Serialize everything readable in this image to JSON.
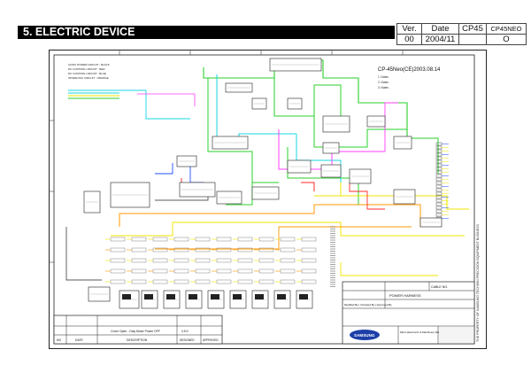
{
  "header": {
    "section_title": "5. ELECTRIC DEVICE",
    "rev_table": {
      "col1_head": "Ver.",
      "col2_head": "Date",
      "col3_head": "CP45",
      "col4_head": "CP45NEO",
      "col1_val": "00",
      "col2_val": "2004/11",
      "col4_val": "O"
    }
  },
  "diagram": {
    "title": "CP-45Neo(CE)2003.08.14",
    "notes": [
      "1. Notes",
      "2. Notes",
      "3. Notes"
    ],
    "title_block": {
      "drawing_title": "POWER HARNESS",
      "company": "Micro-Electronic & Machinery Manufacturing",
      "logo": "SAMSUNG",
      "revision_row": "Cover Open - Daly Motor Power OFF",
      "rev_version": "4.5.0",
      "col_no": "NO",
      "col_date": "DATE",
      "col_description": "DESCRIPTION",
      "col_designed": "DESIGNED",
      "col_approved": "APPROVED",
      "cable_no_label": "CABLE NO.",
      "mod_row_label": "Modified By | Checked By | Approved By"
    },
    "legend": [
      {
        "label": "AC/DC POWER CIRCUIT : BLACK",
        "color": "#333333"
      },
      {
        "label": "DC CONTROL CIRCUIT : RED",
        "color": "#ff2a2a"
      },
      {
        "label": "DC CONTROL CIRCUIT : BLUE",
        "color": "#1f4fff"
      },
      {
        "label": "INTERLOCK CIRCUIT : ORANGE",
        "color": "#ff9900"
      }
    ],
    "side_text": "THE PROPERTY OF SAMSUNG TECHWIN PRECISION EQUIPMENT BUSINESS",
    "wire_colors": {
      "green": "#29d12b",
      "cyan": "#19d6e0",
      "magenta": "#ff3cff",
      "yellow": "#f2e600",
      "orange": "#ff9900",
      "red": "#ff2a2a",
      "blue": "#1f4fff",
      "black": "#222222"
    }
  }
}
